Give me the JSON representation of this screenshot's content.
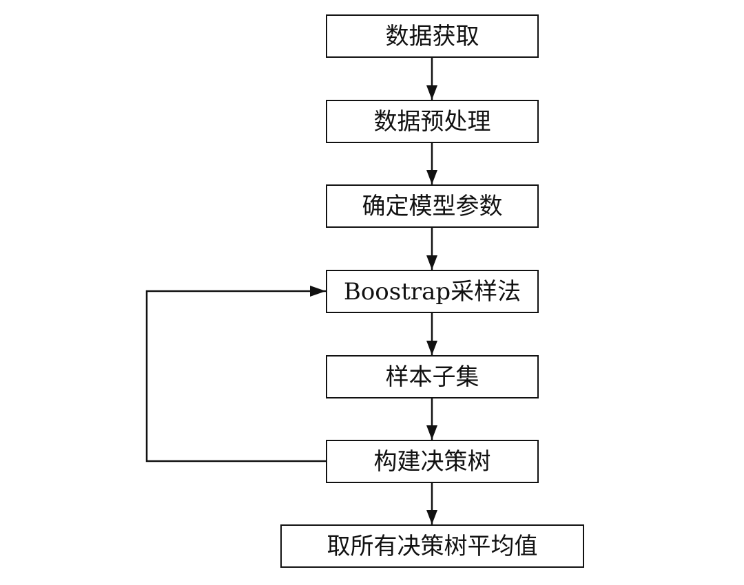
{
  "diagram": {
    "steps": [
      {
        "label": "数据获取"
      },
      {
        "label": "数据预处理"
      },
      {
        "label": "确定模型参数"
      },
      {
        "label": "Boostrap采样法"
      },
      {
        "label": "样本子集"
      },
      {
        "label": "构建决策树"
      },
      {
        "label": "取所有决策树平均值"
      }
    ],
    "line_color": "#111111",
    "loop": {
      "from_step": 6,
      "to_step": 4
    }
  }
}
